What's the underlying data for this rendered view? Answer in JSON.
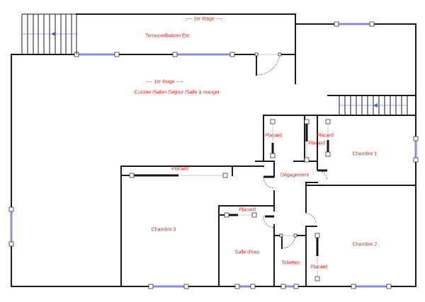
{
  "colors": {
    "wall": "#1a1a1a",
    "window": "#8c8ce0",
    "label": "#d8231f",
    "stair_arrow": "#4a64c8",
    "door_swing": "#555555"
  },
  "labels": {
    "terrace_level": "---- 1er étage ----",
    "terrace": "Terrasse/Balcon Est",
    "main_level": "---- 1er étage ----",
    "main_room": "Cuisine /Salon /Séjour /Salle à manger",
    "placard_1": "Placard",
    "placard_2": "Placard",
    "placard_3": "Placard",
    "chambre_1": "Chambre 1",
    "degagement": "Dégagement",
    "placard_chambre3": "Placard",
    "chambre_3": "Chambre 3",
    "placard_salle_eau": "Placard",
    "salle_eau": "Salle d'eau",
    "toilettes": "Toilettes",
    "placard_chambre2": "Placard",
    "chambre_2": "Chambre 2"
  }
}
